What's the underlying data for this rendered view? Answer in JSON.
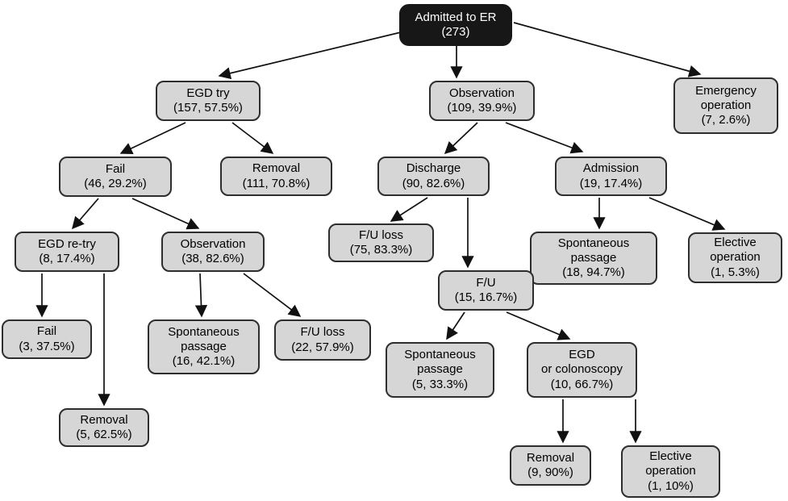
{
  "colors": {
    "node_fill": "#d6d6d6",
    "node_border": "#2e2e2e",
    "root_fill": "#171717",
    "root_text": "#ffffff",
    "connector": "#111111",
    "background": "#ffffff"
  },
  "diagram": {
    "type": "flowchart",
    "root": "admitted",
    "nodes": {
      "admitted": {
        "text": "Admitted to ER\n(273)"
      },
      "egd_try": {
        "text": "EGD try\n(157, 57.5%)"
      },
      "observation1": {
        "text": "Observation\n(109, 39.9%)"
      },
      "emergency_op": {
        "text": "Emergency\noperation\n(7, 2.6%)"
      },
      "fail46": {
        "text": "Fail\n(46, 29.2%)"
      },
      "removal111": {
        "text": "Removal\n(111, 70.8%)"
      },
      "discharge": {
        "text": "Discharge\n(90, 82.6%)"
      },
      "admission": {
        "text": "Admission\n(19, 17.4%)"
      },
      "egd_retry": {
        "text": "EGD re-try\n(8, 17.4%)"
      },
      "observation38": {
        "text": "Observation\n(38, 82.6%)"
      },
      "fu_loss75": {
        "text": "F/U loss\n(75, 83.3%)"
      },
      "spont18": {
        "text": "Spontaneous\npassage\n(18, 94.7%)"
      },
      "elective53": {
        "text": "Elective\noperation\n(1, 5.3%)"
      },
      "fu15": {
        "text": "F/U\n(15, 16.7%)"
      },
      "fail3": {
        "text": "Fail\n(3, 37.5%)"
      },
      "spont16": {
        "text": "Spontaneous\npassage\n(16, 42.1%)"
      },
      "fu_loss22": {
        "text": "F/U loss\n(22, 57.9%)"
      },
      "spont5": {
        "text": "Spontaneous\npassage\n(5, 33.3%)"
      },
      "egd_colono": {
        "text": "EGD\nor colonoscopy\n(10, 66.7%)"
      },
      "removal5": {
        "text": "Removal\n(5, 62.5%)"
      },
      "removal9": {
        "text": "Removal\n(9, 90%)"
      },
      "elective10": {
        "text": "Elective\noperation\n(1, 10%)"
      }
    },
    "edges": [
      {
        "from": "admitted",
        "to": "egd_try"
      },
      {
        "from": "admitted",
        "to": "observation1"
      },
      {
        "from": "admitted",
        "to": "emergency_op"
      },
      {
        "from": "egd_try",
        "to": "fail46"
      },
      {
        "from": "egd_try",
        "to": "removal111"
      },
      {
        "from": "observation1",
        "to": "discharge"
      },
      {
        "from": "observation1",
        "to": "admission"
      },
      {
        "from": "fail46",
        "to": "egd_retry"
      },
      {
        "from": "fail46",
        "to": "observation38"
      },
      {
        "from": "discharge",
        "to": "fu_loss75"
      },
      {
        "from": "discharge",
        "to": "fu15"
      },
      {
        "from": "admission",
        "to": "spont18"
      },
      {
        "from": "admission",
        "to": "elective53"
      },
      {
        "from": "egd_retry",
        "to": "fail3"
      },
      {
        "from": "egd_retry",
        "to": "removal5"
      },
      {
        "from": "observation38",
        "to": "spont16"
      },
      {
        "from": "observation38",
        "to": "fu_loss22"
      },
      {
        "from": "fu15",
        "to": "spont5"
      },
      {
        "from": "fu15",
        "to": "egd_colono"
      },
      {
        "from": "egd_colono",
        "to": "removal9"
      },
      {
        "from": "egd_colono",
        "to": "elective10"
      }
    ]
  }
}
